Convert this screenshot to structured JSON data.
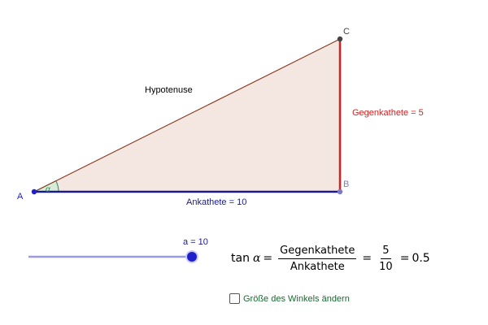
{
  "points": {
    "A": "A",
    "B": "B",
    "C": "C"
  },
  "angle_label": "α",
  "labels": {
    "hypotenuse": "Hypotenuse",
    "opposite": "Gegenkathete = 5",
    "adjacent": "Ankathete = 10"
  },
  "slider": {
    "label": "a = 10",
    "value": 10
  },
  "formula": {
    "prefix": "tan",
    "variable": "α",
    "equals1": "=",
    "numerator": "Gegenkathete",
    "denominator": "Ankathete",
    "equals2": "=",
    "num_value": "5",
    "den_value": "10",
    "equals3": "=",
    "result": "0.5"
  },
  "checkbox": {
    "label": "Größe des Winkels ändern",
    "checked": false
  },
  "colors": {
    "triangle_fill": "#f4e6e0",
    "hypotenuse": "#8b3a22",
    "adjacent": "#1a1a8c",
    "opposite": "#d62020",
    "point_blue": "#1f1fcc",
    "point_dark": "#444444",
    "angle": "#2e8b57",
    "slider_track": "#9999ee",
    "slider_knob": "#1f1fcc",
    "checkbox_text": "#1a6b32"
  }
}
